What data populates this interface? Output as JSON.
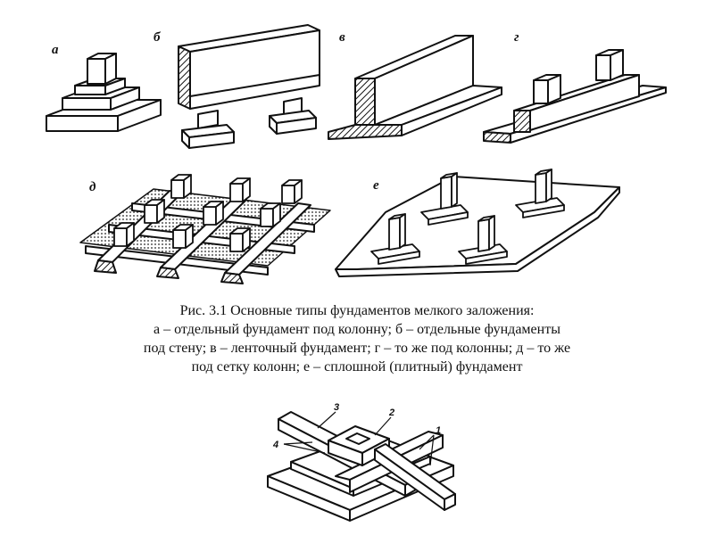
{
  "labels": {
    "a": "а",
    "b": "б",
    "v": "в",
    "g": "г",
    "d": "д",
    "e": "е"
  },
  "caption": {
    "title": "Рис. 3.1  Основные типы фундаментов мелкого заложения:",
    "line1": "а – отдельный фундамент под колонну; б – отдельные фундаменты",
    "line2": "под стену; в – ленточный фундамент; г – то же под колонны; д – то же",
    "line3": "под сетку колонн; е – сплошной (плитный) фундамент"
  },
  "bottom_labels": {
    "n1": "1",
    "n2": "2",
    "n3": "3",
    "n4": "4"
  }
}
